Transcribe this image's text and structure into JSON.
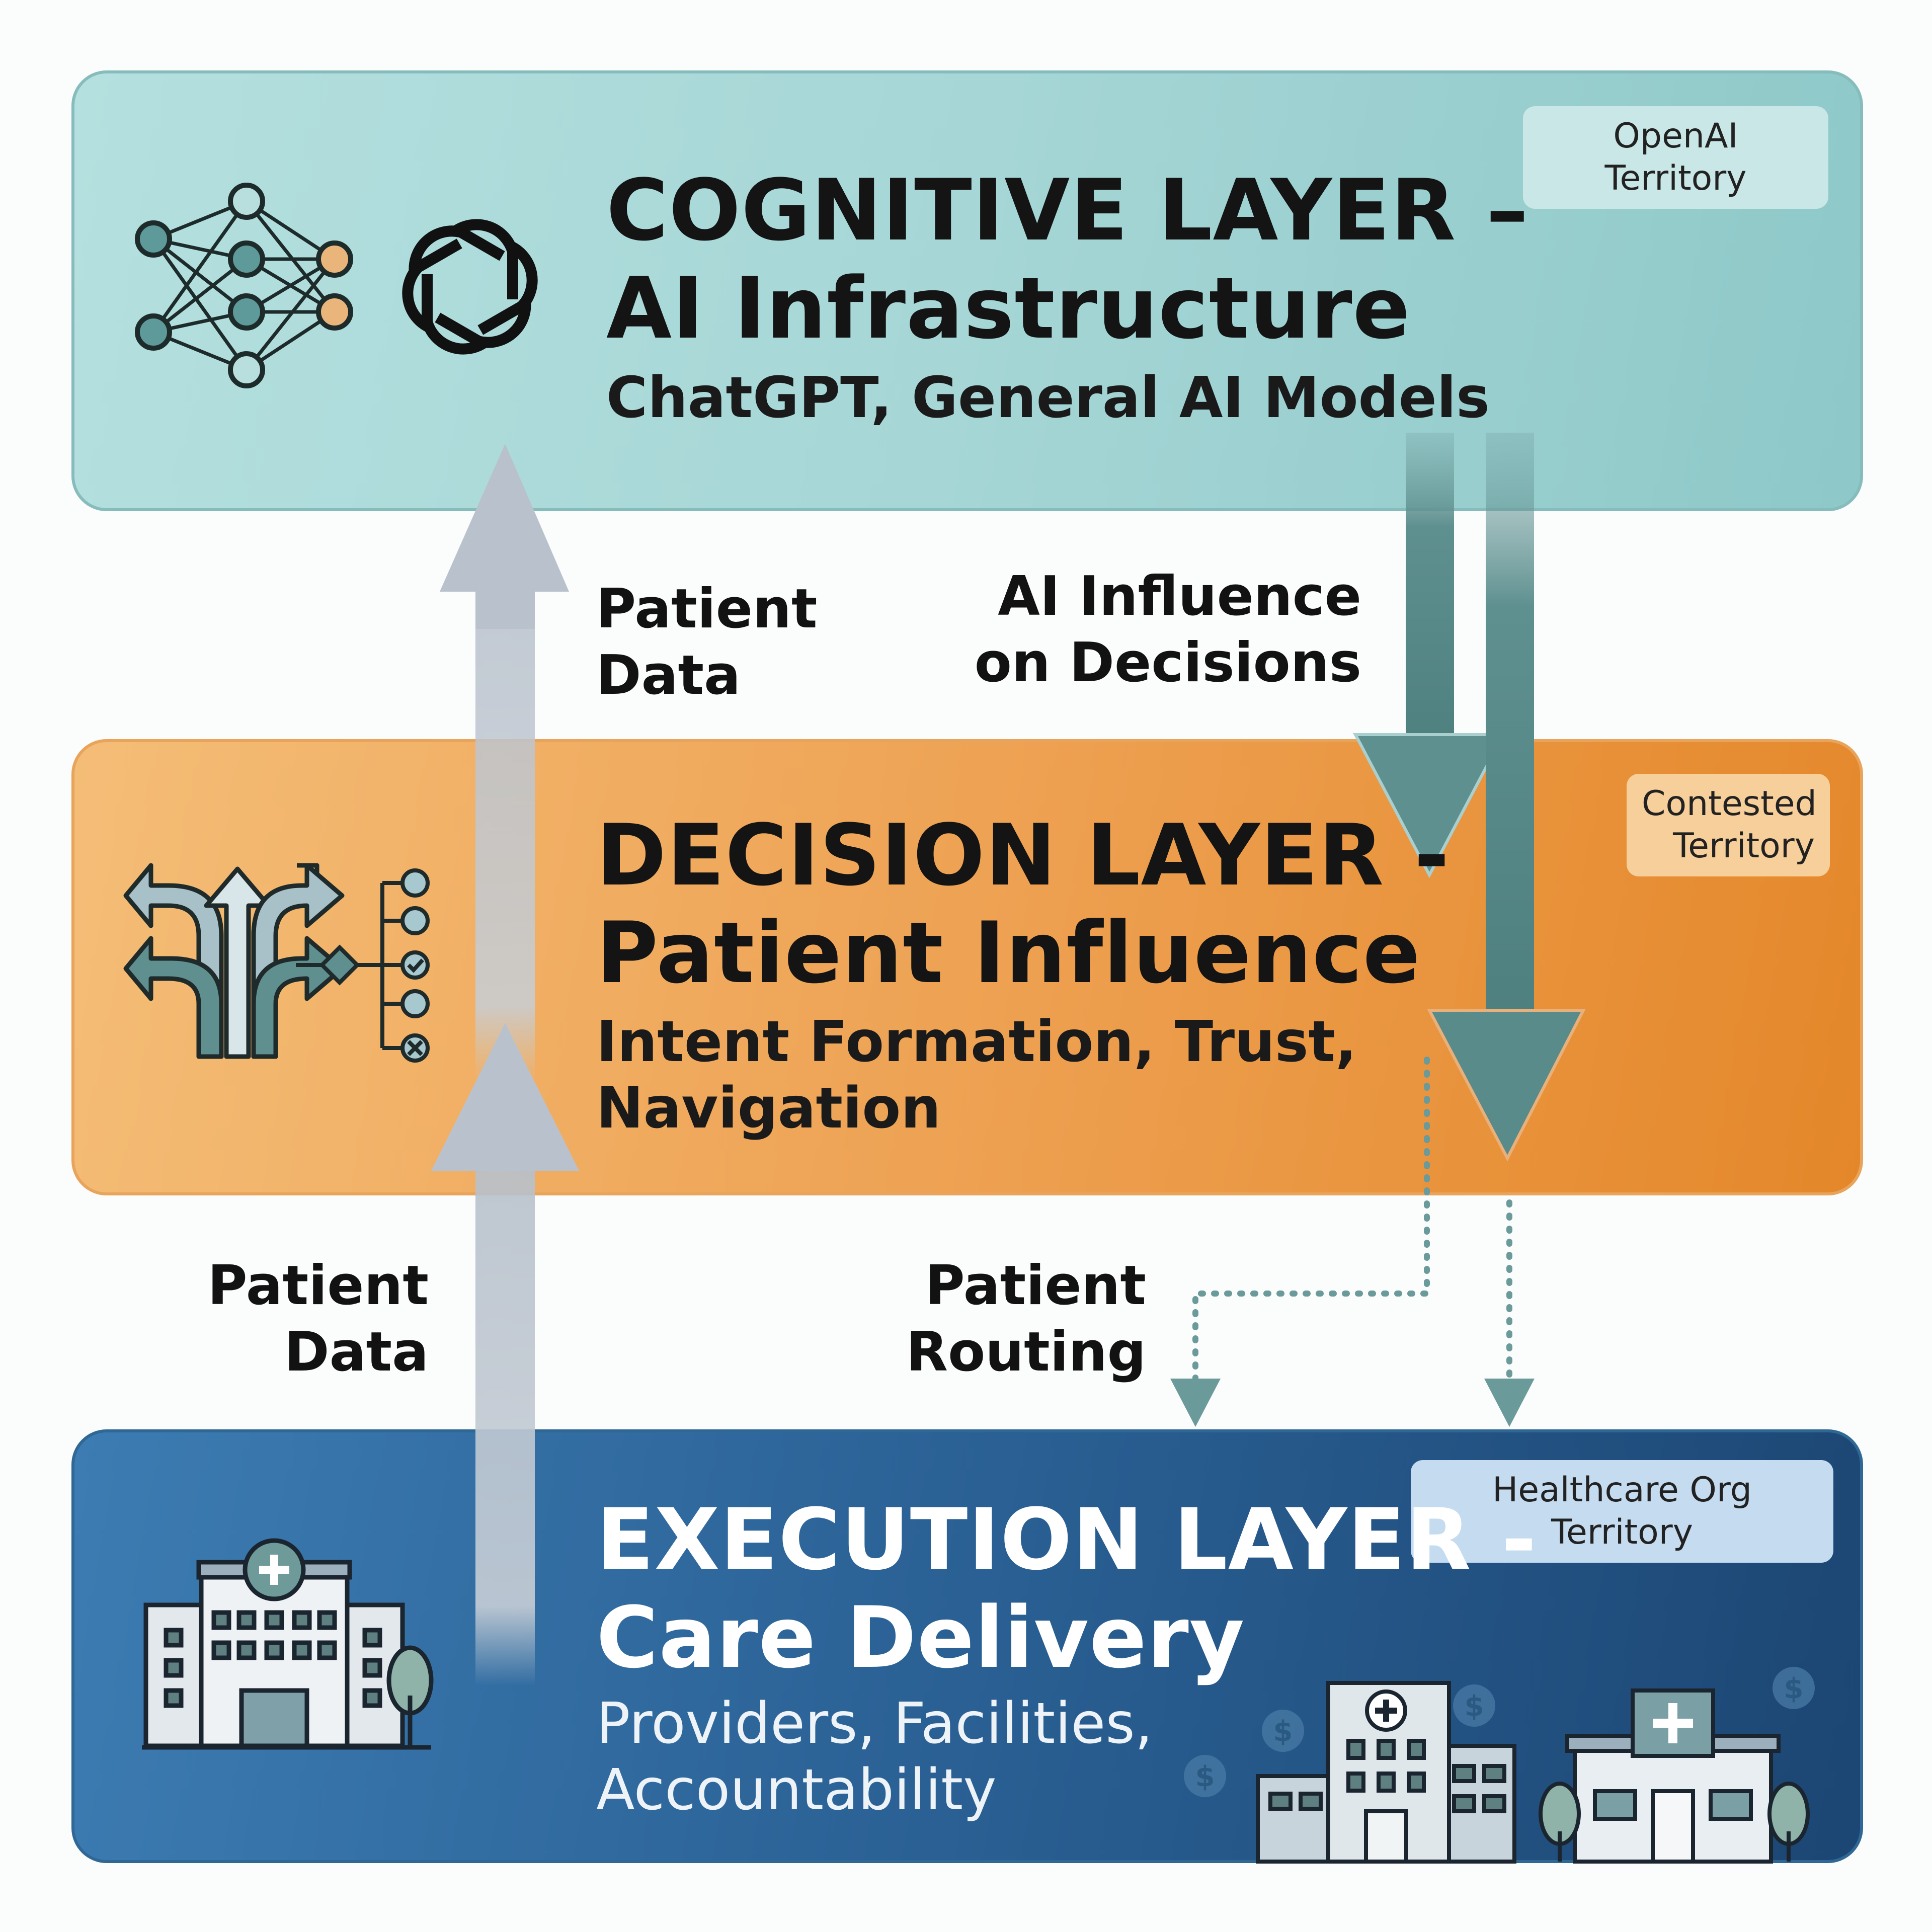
{
  "layers": {
    "cognitive": {
      "title_line1": "COGNITIVE LAYER –",
      "title_line2": "AI Infrastructure",
      "subtitle": "ChatGPT, General AI Models",
      "badge": "OpenAI Territory",
      "color": "#a6d6d6"
    },
    "decision": {
      "title_line1": "DECISION LAYER -",
      "title_line2": "Patient Influence",
      "subtitle_line1": "Intent Formation, Trust,",
      "subtitle_line2": "Navigation",
      "badge_line1": "Contested",
      "badge_line2": "Territory",
      "color": "#eea253"
    },
    "execution": {
      "title_line1": "EXECUTION LAYER -",
      "title_line2": "Care Delivery",
      "subtitle_line1": "Providers, Facilities,",
      "subtitle_line2": "Accountability",
      "badge": "Healthcare Org Territory",
      "color": "#2a6094"
    }
  },
  "flows": {
    "patient_data_upper": {
      "line1": "Patient",
      "line2": "Data"
    },
    "ai_influence": {
      "line1": "AI Influence",
      "line2": "on Decisions"
    },
    "patient_data_lower": {
      "line1": "Patient",
      "line2": "Data"
    },
    "patient_routing": {
      "line1": "Patient",
      "line2": "Routing"
    }
  },
  "colors": {
    "down_arrow": "#5f9090",
    "up_arrow": "#bcc5cf",
    "dotted": "#6a9a9a"
  },
  "icons": [
    "neural-network-icon",
    "openai-logo-icon",
    "branching-arrows-icon",
    "decision-tree-icon",
    "hospital-icon",
    "hospital-campus-icon",
    "clinic-icon",
    "dollar-coin-icon"
  ]
}
